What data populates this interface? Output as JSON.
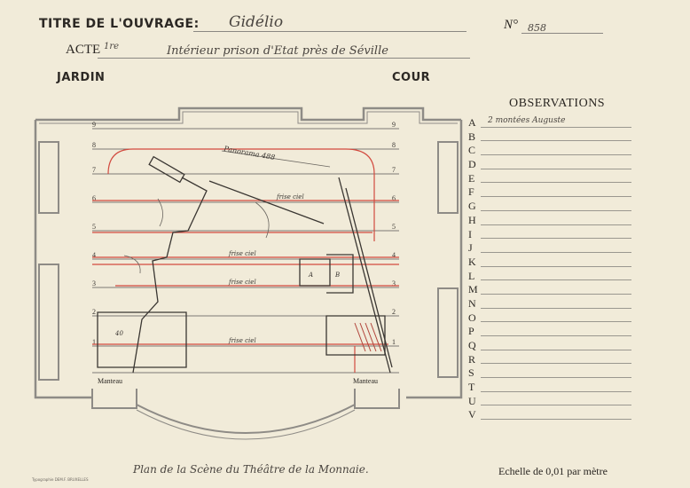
{
  "header": {
    "title_label": "TITRE DE L'OUVRAGE:",
    "title_value": "Gidélio",
    "number_label": "N°",
    "number_value": "858",
    "acte_label": "ACTE",
    "acte_value": "1re",
    "acte_desc": "Intérieur prison d'Etat près de Séville"
  },
  "sides": {
    "left": "JARDIN",
    "right": "COUR"
  },
  "stage": {
    "row_numbers": [
      "9",
      "8",
      "7",
      "6",
      "5",
      "4",
      "3",
      "2",
      "1"
    ],
    "annotations": {
      "panorama": "Panorama 488",
      "frise1": "frise ciel",
      "frise2": "frise ciel",
      "frise3": "frise ciel",
      "frise4": "frise ciel",
      "manteau_left": "Manteau",
      "manteau_right": "Manteau",
      "pencil_a": "A",
      "pencil_b": "B",
      "pencil_40": "40"
    },
    "colors": {
      "red": "#d24a3f",
      "wall": "#8e8b86",
      "ink": "#3a3632"
    }
  },
  "observations": {
    "title": "OBSERVATIONS",
    "letters": [
      "A",
      "B",
      "C",
      "D",
      "E",
      "F",
      "G",
      "H",
      "I",
      "J",
      "K",
      "L",
      "M",
      "N",
      "O",
      "P",
      "Q",
      "R",
      "S",
      "T",
      "U",
      "V"
    ],
    "note_a": "2 montées Auguste"
  },
  "footer": {
    "plan_title": "Plan de la Scène du Théâtre de la Monnaie.",
    "scale": "Echelle de 0,01 par mètre",
    "printer": "Typographie DEM.F. BRUXELLES"
  }
}
